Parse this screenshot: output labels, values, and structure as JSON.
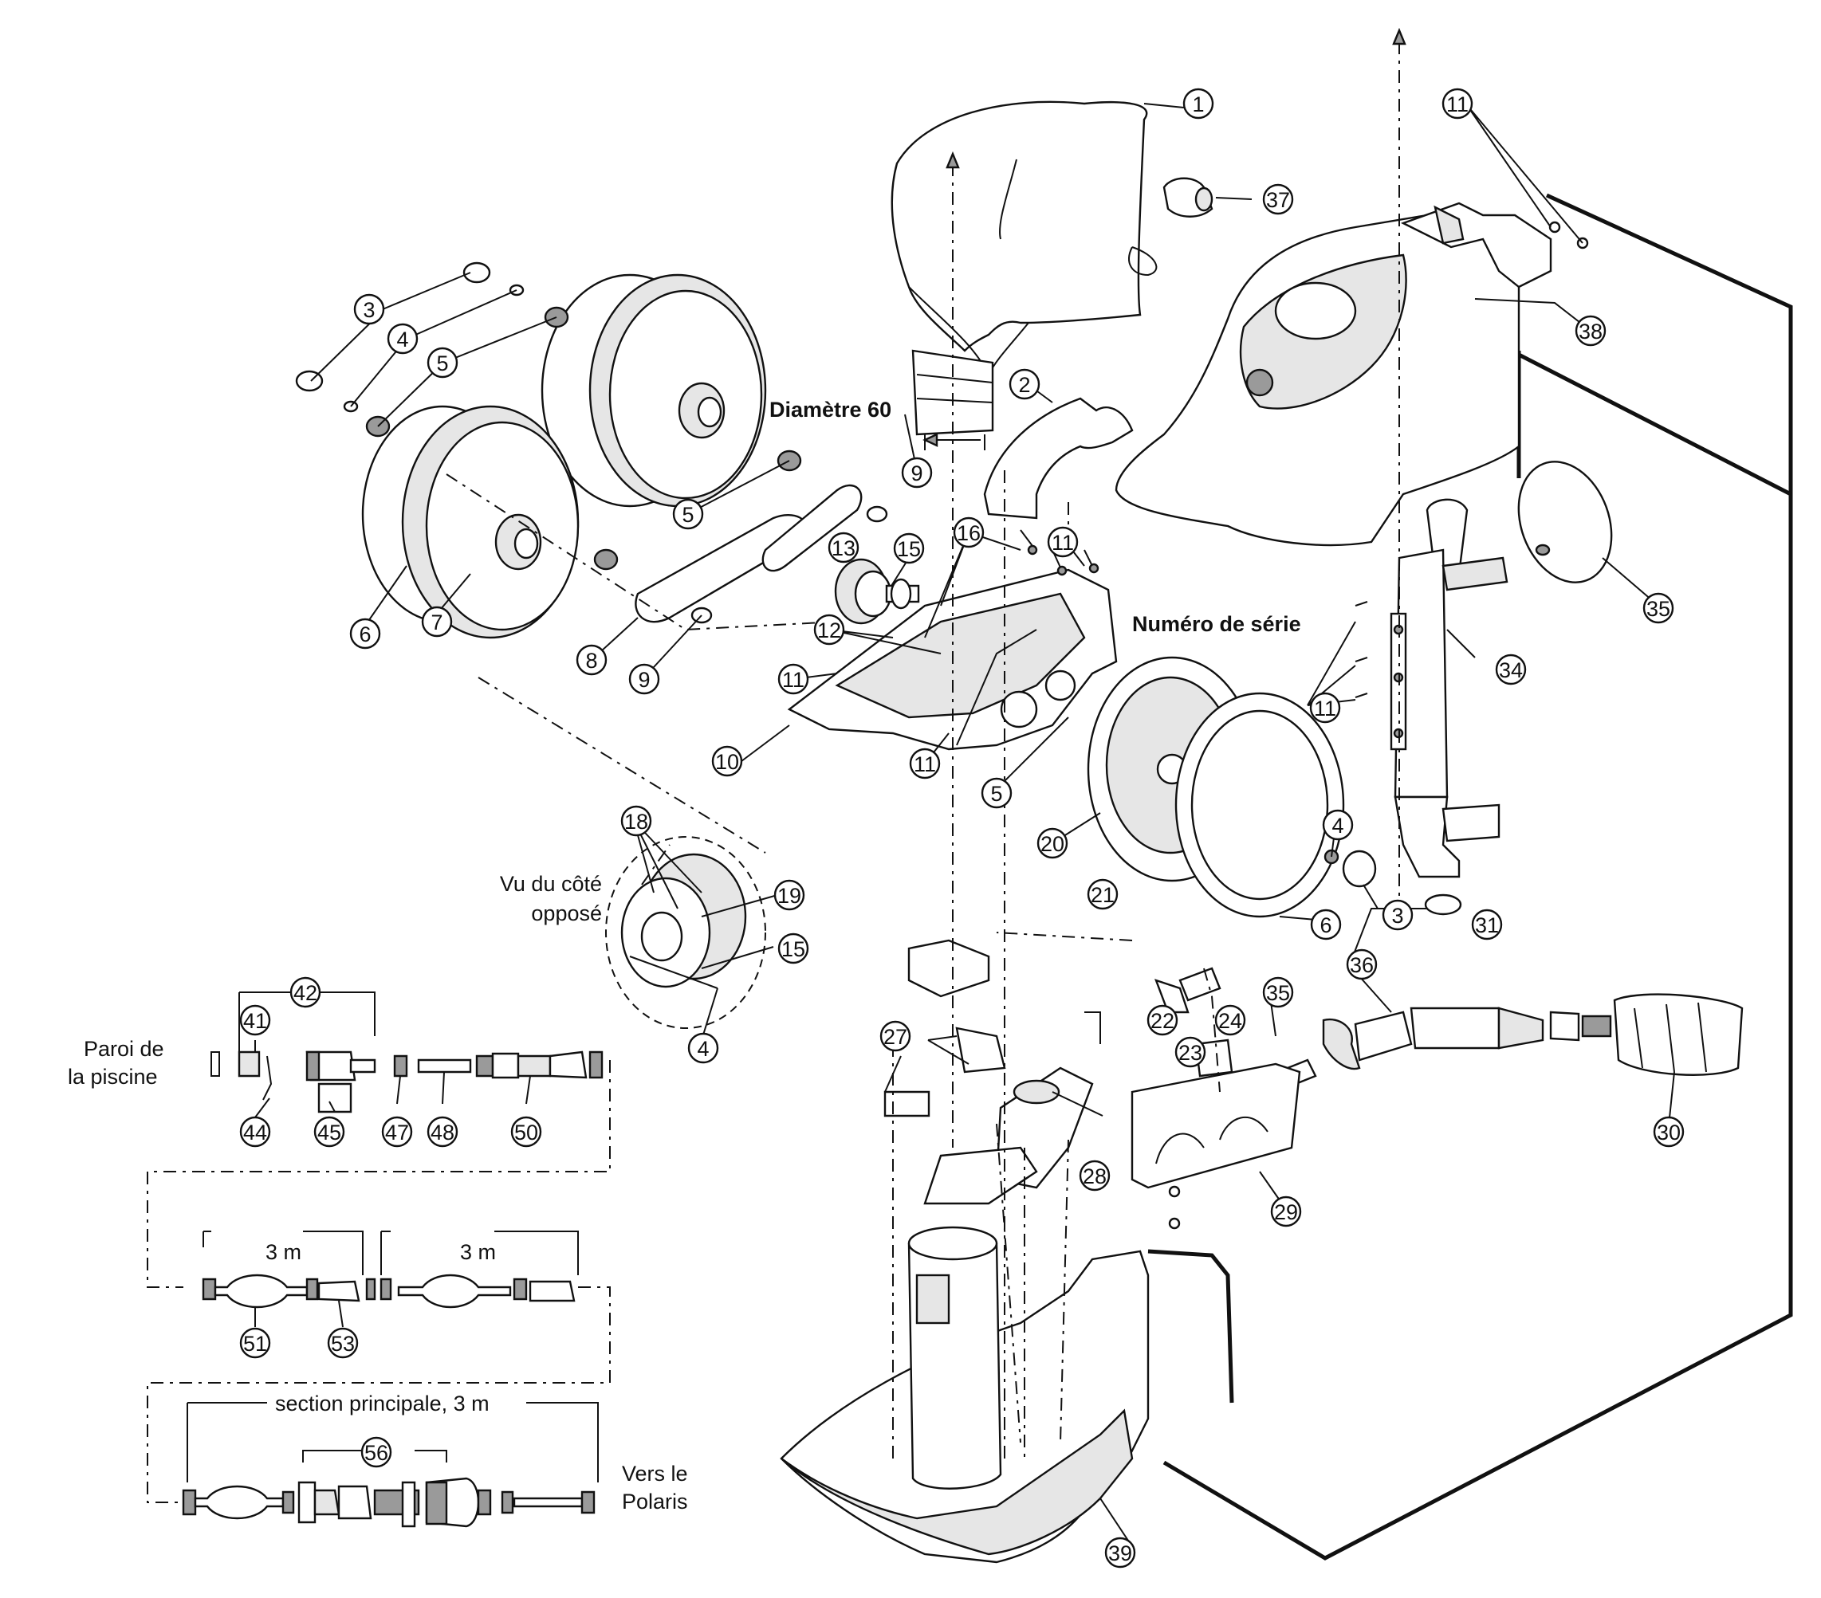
{
  "diagram": {
    "callouts": [
      "1",
      "2",
      "3",
      "4",
      "5",
      "6",
      "7",
      "8",
      "9",
      "10",
      "11",
      "12",
      "13",
      "15",
      "16",
      "18",
      "19",
      "20",
      "21",
      "22",
      "23",
      "24",
      "27",
      "28",
      "29",
      "30",
      "31",
      "34",
      "35",
      "36",
      "37",
      "38",
      "39",
      "41",
      "42",
      "44",
      "45",
      "47",
      "48",
      "50",
      "51",
      "53",
      "56"
    ],
    "labels": {
      "diametre": "Diamètre 60",
      "numero_serie": "Numéro de série",
      "vu_du_cote": "Vu du côté",
      "oppose": "opposé",
      "paroi_de": "Paroi de",
      "la_piscine": "la piscine",
      "length_3m": "3 m",
      "section_principale": "section principale, 3 m",
      "vers_le": "Vers le",
      "polaris": "Polaris"
    }
  }
}
